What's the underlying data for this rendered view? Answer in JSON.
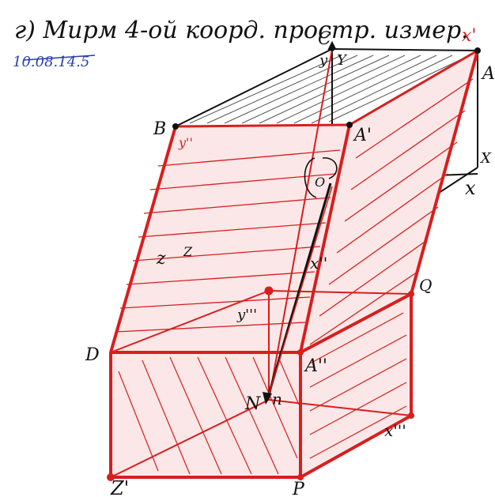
{
  "title": "г) Мирм 4-ой коорд. простр. измер.",
  "reference": "10.08.14.5",
  "colors": {
    "paper": "#ffffff",
    "ink": "#111111",
    "red": "#d81e1e",
    "blue": "#2a3fb0",
    "hatch_black": "#333333"
  },
  "labels": {
    "C": "C",
    "y": "y",
    "Y": "Y",
    "x_prime": "x'",
    "A": "A",
    "B": "B",
    "y_double_prime": "y''",
    "A_prime": "A'",
    "X": "x",
    "X_upper": "X",
    "O": "O",
    "z": "z",
    "Z": "Z",
    "x_double_prime": "x''",
    "Q": "Q",
    "y_triple_prime": "y'''",
    "D": "D",
    "A_double_prime": "A''",
    "N": "N",
    "n": "n",
    "x_triple_prime": "x'''",
    "Z_prime": "Z'",
    "P": "P"
  }
}
